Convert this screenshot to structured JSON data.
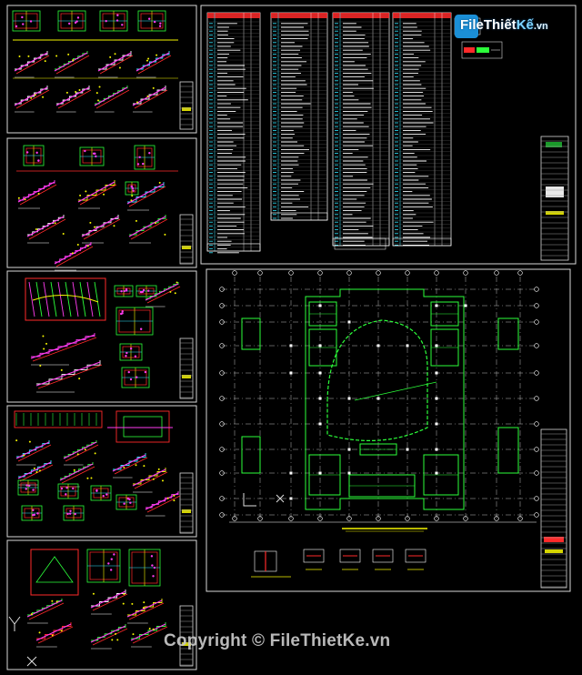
{
  "watermark": {
    "text": "Copyright © FileThietKe.vn"
  },
  "logo": {
    "file": "File",
    "thiet": "Thiết",
    "ke": "Kế",
    "vn": ".vn"
  },
  "colors": {
    "background": "#000000",
    "frame": "#d8d8d8",
    "green": "#2cff3a",
    "red": "#ff2a2a",
    "yellow": "#f5f500",
    "cyan": "#33e6ff",
    "magenta": "#ff3cf0",
    "white": "#ffffff",
    "logo_blue": "#1b8fd6"
  },
  "icons": {
    "ucs_top": "ucs-axis-icon",
    "ucs_bottom": "ucs-axis-icon"
  }
}
